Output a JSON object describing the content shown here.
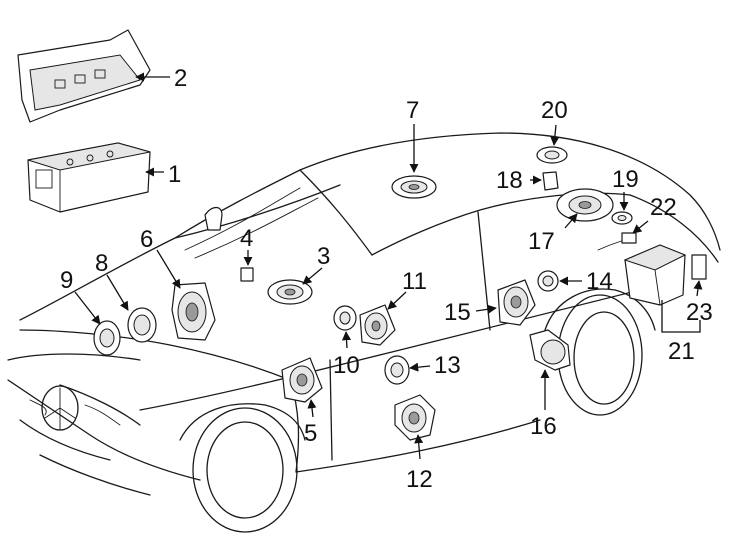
{
  "callouts": [
    {
      "id": "1",
      "text": "1"
    },
    {
      "id": "2",
      "text": "2"
    },
    {
      "id": "3",
      "text": "3"
    },
    {
      "id": "4",
      "text": "4"
    },
    {
      "id": "5",
      "text": "5"
    },
    {
      "id": "6",
      "text": "6"
    },
    {
      "id": "7",
      "text": "7"
    },
    {
      "id": "8",
      "text": "8"
    },
    {
      "id": "9",
      "text": "9"
    },
    {
      "id": "10",
      "text": "10"
    },
    {
      "id": "11",
      "text": "11"
    },
    {
      "id": "12",
      "text": "12"
    },
    {
      "id": "13",
      "text": "13"
    },
    {
      "id": "14",
      "text": "14"
    },
    {
      "id": "15",
      "text": "15"
    },
    {
      "id": "16",
      "text": "16"
    },
    {
      "id": "17",
      "text": "17"
    },
    {
      "id": "18",
      "text": "18"
    },
    {
      "id": "19",
      "text": "19"
    },
    {
      "id": "20",
      "text": "20"
    },
    {
      "id": "21",
      "text": "21"
    },
    {
      "id": "22",
      "text": "22"
    },
    {
      "id": "23",
      "text": "23"
    }
  ],
  "colors": {
    "line": "#1a1a1a",
    "background": "#ffffff",
    "shade": "#e6e6e6"
  }
}
